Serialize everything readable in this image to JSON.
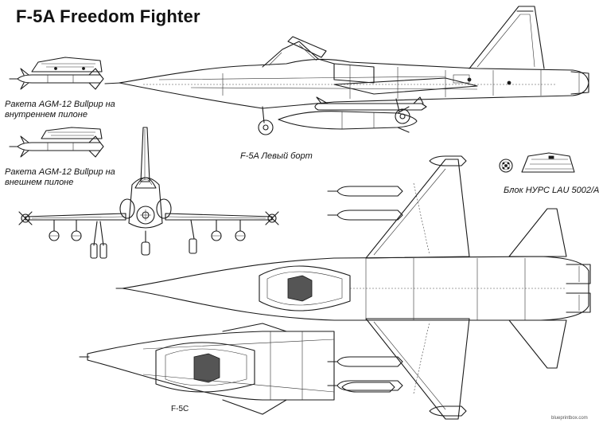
{
  "title": "F-5A Freedom Fighter",
  "labels": {
    "missile_inner_line1": "Ракета AGM-12 Bullpup на",
    "missile_inner_line2": "внутреннем пилоне",
    "missile_outer_line1": "Ракета AGM-12 Bullpup на",
    "missile_outer_line2": "внешнем пилоне",
    "side_view": "F-5A  Левый борт",
    "rocket_pod": "Блок НУРС LAU 5002/A",
    "f5c": "F-5C",
    "credit": "blueprintbox.com"
  },
  "colors": {
    "ink": "#1a1a1a",
    "paper": "#ffffff"
  }
}
